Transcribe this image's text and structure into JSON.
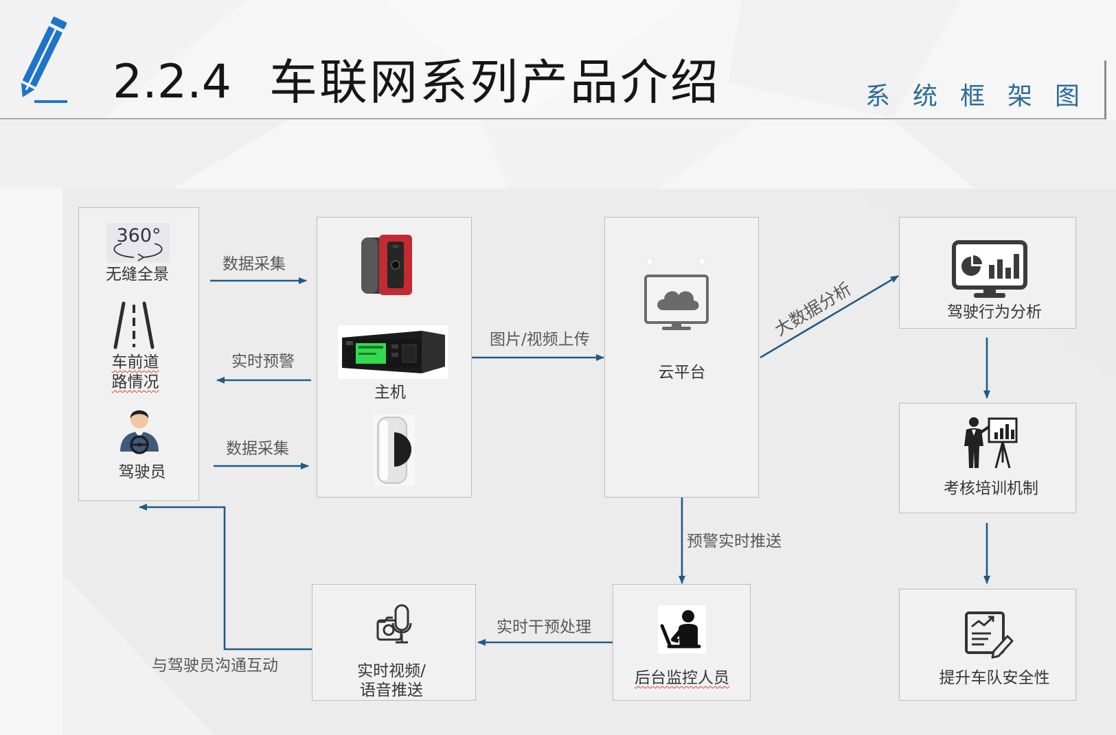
{
  "slide": {
    "section_number": "2.2.4",
    "title": "车联网系列产品介绍",
    "subtitle": "系统框架图"
  },
  "colors": {
    "accent_arrow": "#1f5b85",
    "pencil_icon": "#1d74c9",
    "subtitle": "#2b6b99",
    "box_border": "#bcbcbc"
  },
  "nodes": {
    "sensors": {
      "panorama": {
        "icon": "360-panorama-icon",
        "icon_text": "360°",
        "label": "无缝全景"
      },
      "road": {
        "icon": "road-lanes-icon",
        "label_lines": [
          "车前道",
          "路情况"
        ]
      },
      "driver": {
        "icon": "driver-steering-wheel-icon",
        "label": "驾驶员"
      }
    },
    "host": {
      "label": "主机",
      "images": [
        "red-camera-device",
        "dvr-host-unit",
        "side-camera-device"
      ]
    },
    "cloud": {
      "icon": "cloud-monitor-icon",
      "label": "云平台"
    },
    "analysis": {
      "icon": "chart-monitor-icon",
      "label": "驾驶行为分析"
    },
    "training": {
      "icon": "presenter-board-icon",
      "label": "考核培训机制"
    },
    "safety": {
      "icon": "document-chart-icon",
      "label": "提升车队安全性"
    },
    "monitor": {
      "icon": "person-laptop-icon",
      "label": "后台监控人员"
    },
    "video": {
      "icon": "camera-microphone-icon",
      "label_lines": [
        "实时视频/",
        "语音推送"
      ]
    }
  },
  "edges": {
    "sensors_to_host": "数据采集",
    "host_to_sensors_alert": "实时预警",
    "driver_to_host": "数据采集",
    "host_to_cloud": "图片/视频上传",
    "cloud_to_analysis": "大数据分析",
    "cloud_to_monitor": "预警实时推送",
    "monitor_to_video": "实时干预处理",
    "video_to_driver": "与驾驶员沟通互动"
  }
}
